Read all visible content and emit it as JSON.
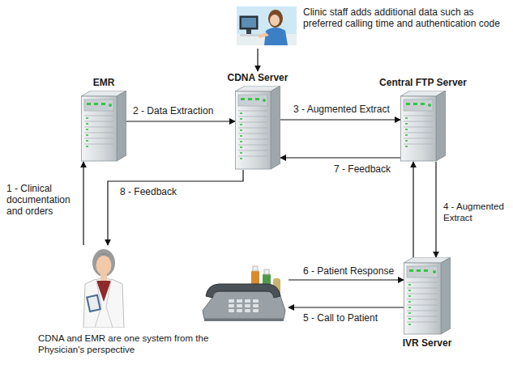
{
  "diagram": {
    "nodes": [
      {
        "text": [
          "Clinic staff adds additional data such as preferred calling time and authentication code"
        ]
      },
      {
        "text": [
          "EMR"
        ]
      },
      {
        "text": [
          "CDNA Server"
        ]
      },
      {
        "text": [
          "Central FTP Server"
        ]
      },
      {
        "text": [
          "CDNA and EMR are one system from the Physician's perspective"
        ]
      },
      {
        "text": []
      },
      {
        "text": [
          "IVR Server"
        ]
      }
    ],
    "edges": [
      {
        "from": 0,
        "to": 2,
        "arrow": "to"
      },
      {
        "from": 4,
        "to": 1,
        "label": "1 - Clinical documentation and orders",
        "arrow": "to"
      },
      {
        "from": 1,
        "to": 2,
        "label": "2 - Data Extraction",
        "arrow": "to"
      },
      {
        "from": 2,
        "to": 3,
        "label": "3 - Augmented Extract",
        "arrow": "to"
      },
      {
        "from": 3,
        "to": 6,
        "label": "4 - Augmented Extract",
        "arrow": "to"
      },
      {
        "from": 6,
        "to": 5,
        "label": "5 - Call to Patient",
        "arrow": "to"
      },
      {
        "from": 5,
        "to": 6,
        "label": "6 - Patient Response",
        "arrow": "to"
      },
      {
        "from": 6,
        "to": 3,
        "arrow": "to"
      },
      {
        "from": 3,
        "to": 2,
        "label": "7 - Feedback",
        "arrow": "to"
      },
      {
        "from": 2,
        "to": 4,
        "label": "8 - Feedback",
        "arrow": "to"
      }
    ]
  }
}
